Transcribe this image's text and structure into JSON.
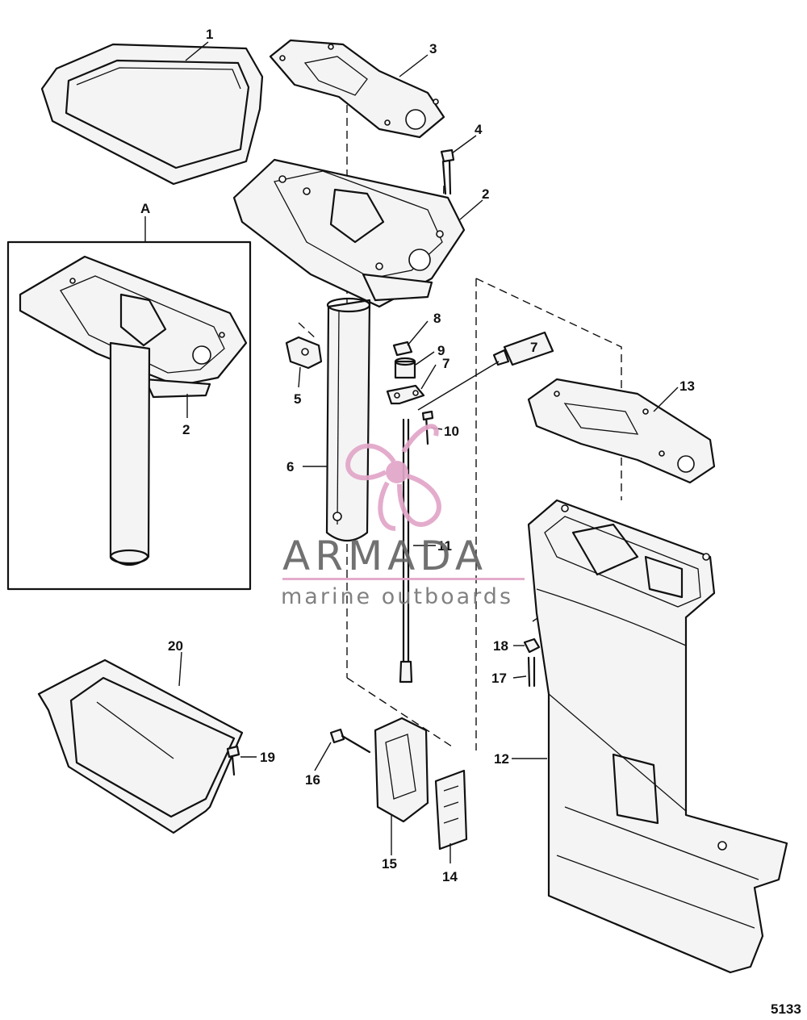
{
  "figure": {
    "number": "5133",
    "inset_label": "A"
  },
  "callouts": {
    "c1": "1",
    "c2a": "2",
    "c2b": "2",
    "c3": "3",
    "c4": "4",
    "c5": "5",
    "c6": "6",
    "c7a": "7",
    "c7b": "7",
    "c8": "8",
    "c9": "9",
    "c10": "10",
    "c11": "11",
    "c12": "12",
    "c13": "13",
    "c14": "14",
    "c15": "15",
    "c16": "16",
    "c17": "17",
    "c18": "18",
    "c19": "19",
    "c20": "20"
  },
  "watermark": {
    "brand": "ARMADA",
    "tagline": "marine outboards",
    "color_primary": "#e2a6c8",
    "color_text": "#666666"
  }
}
